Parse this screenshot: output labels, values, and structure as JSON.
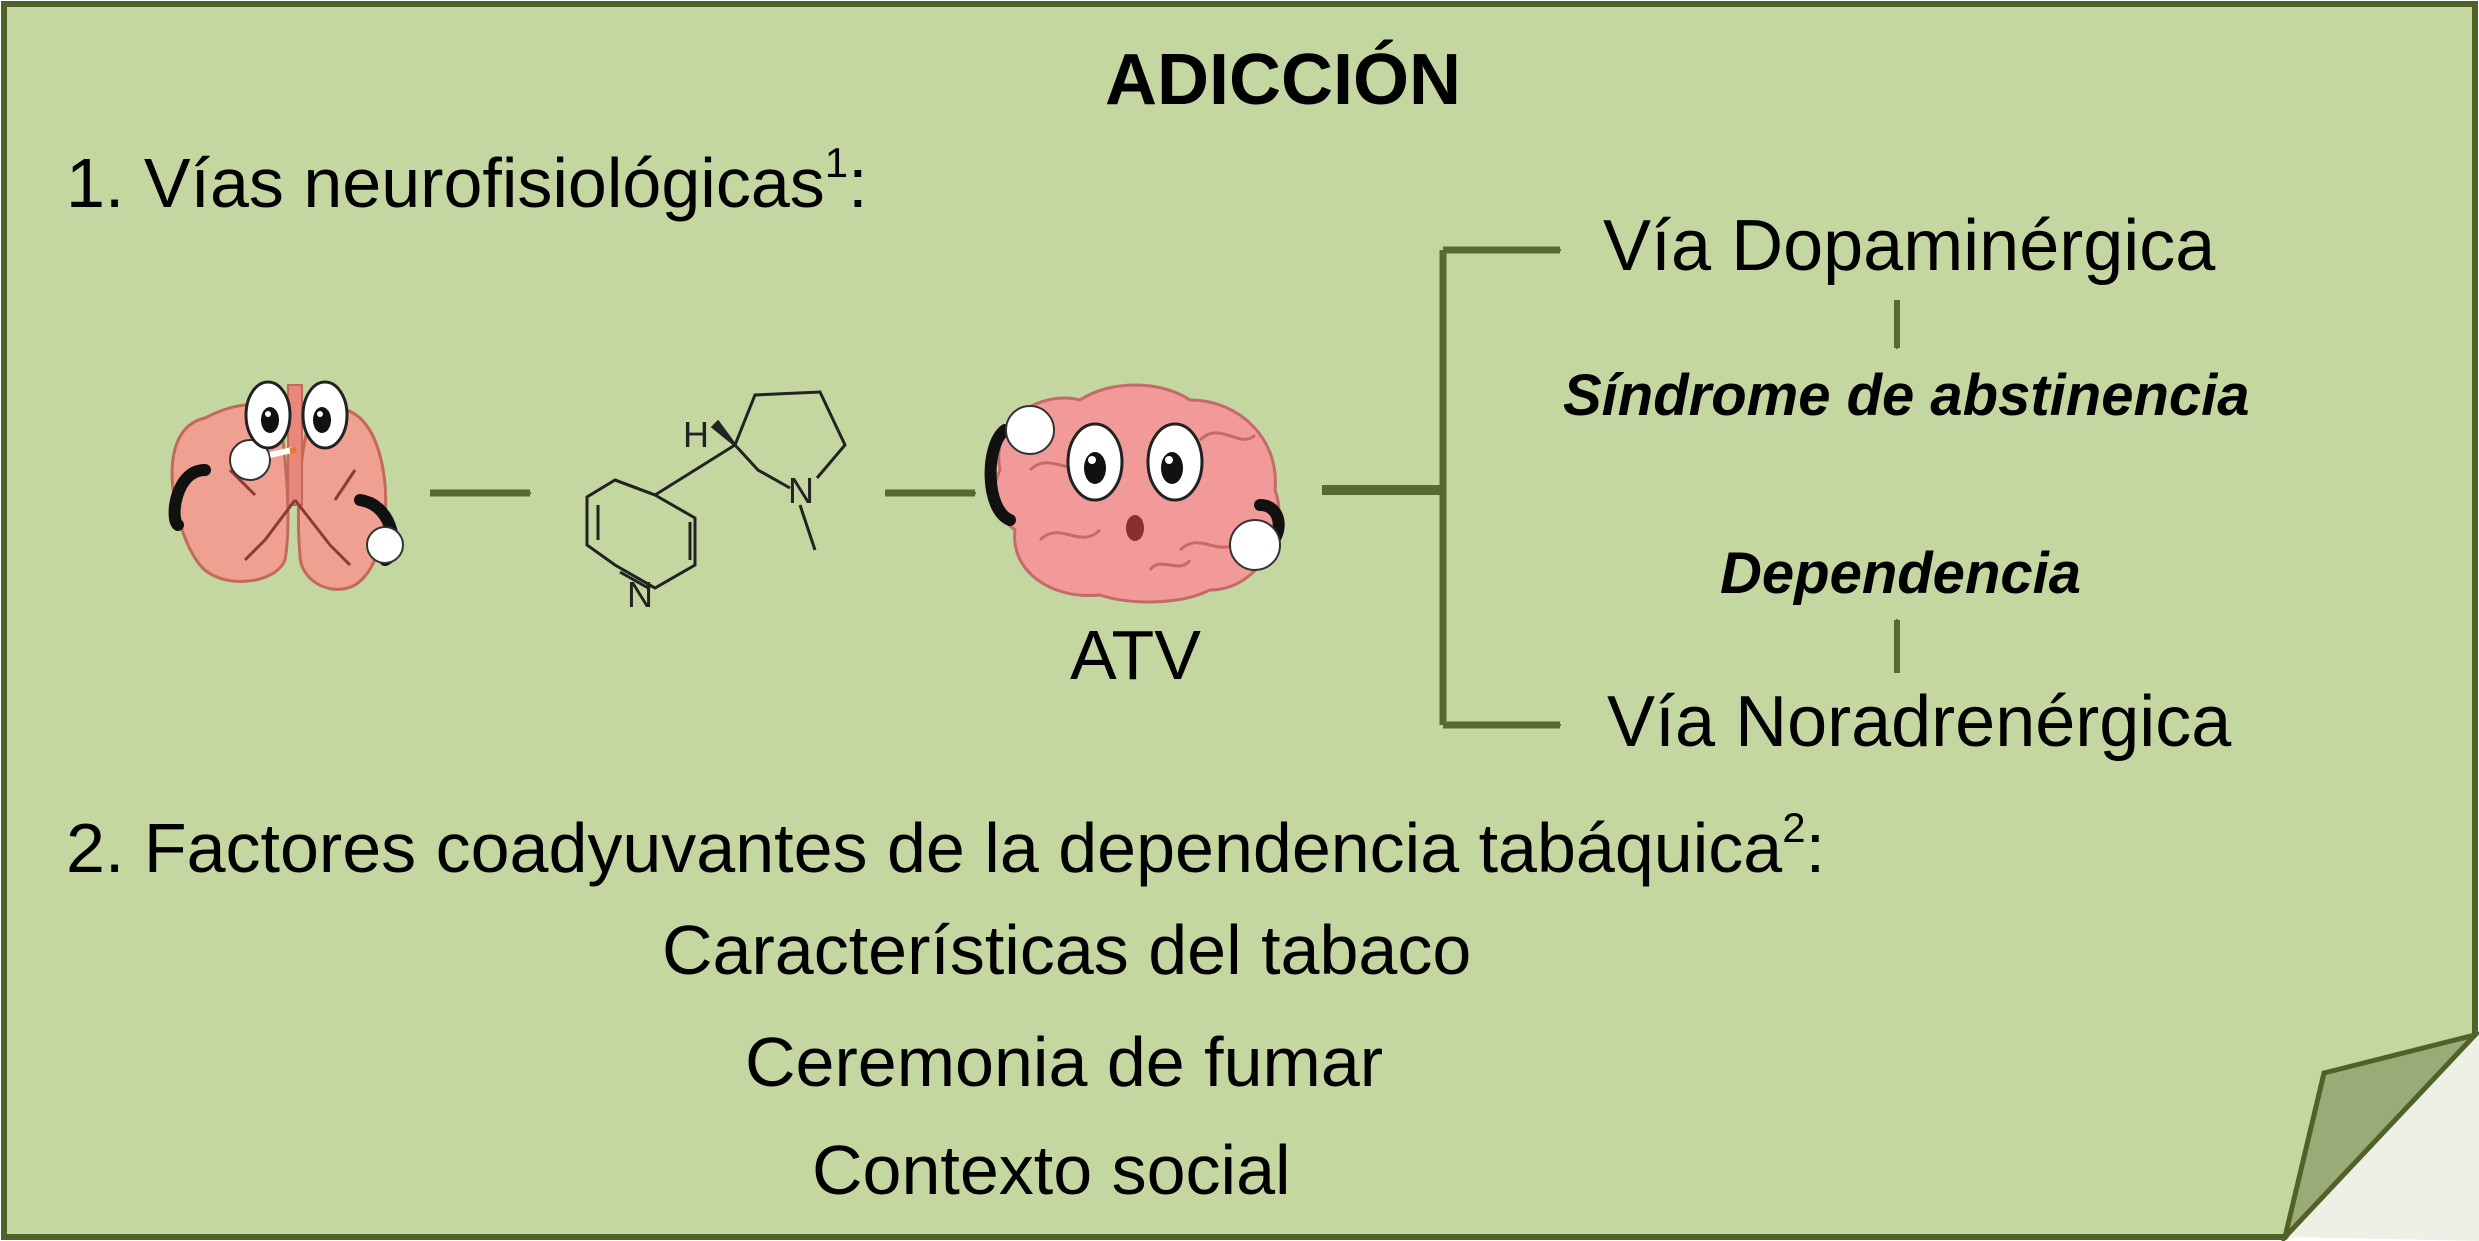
{
  "title": "ADICCIÓN",
  "section1": {
    "text": "1. Vías neurofisiológicas",
    "sup": "1",
    "suffix": ":"
  },
  "molecule": {
    "atom_h": "H",
    "atom_n_ring": "N",
    "atom_n_pyridine": "N"
  },
  "brain_label": "ATV",
  "pathways": {
    "top": "Vía Dopaminérgica",
    "top_outcome": "Síndrome de abstinencia",
    "bottom_outcome": "Dependencia",
    "bottom": "Vía Noradrenérgica"
  },
  "section2": {
    "text": "2. Factores coadyuvantes de la dependencia tabáquica",
    "sup": "2",
    "suffix": ":"
  },
  "factors": [
    "Características del tabaco",
    "Ceremonia de fumar",
    "Contexto social"
  ],
  "icons": [
    "lungs-cartoon-icon",
    "brain-cartoon-icon",
    "nicotine-molecule"
  ],
  "colors": {
    "panel": "#c5d7a0",
    "border": "#4f6228",
    "arrow": "#556b2f",
    "lung": "#f0a090",
    "brain": "#f29a9a",
    "page_curl": "#9aab78"
  }
}
